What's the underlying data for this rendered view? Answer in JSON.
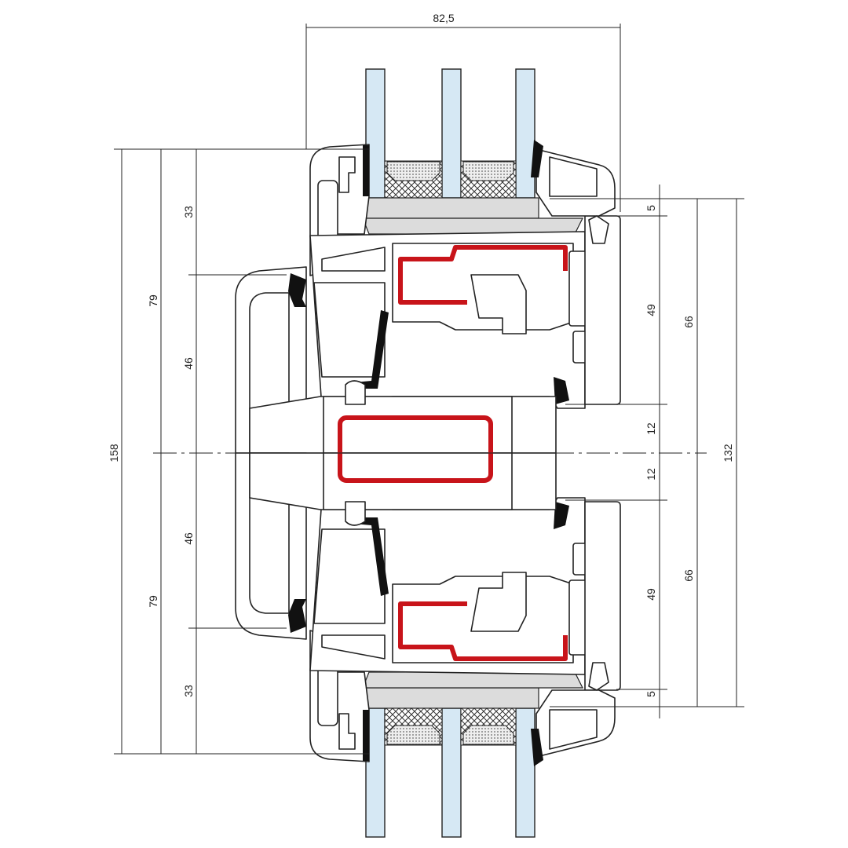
{
  "dimensions": {
    "width_top": "82,5",
    "left_total": "158",
    "left_upper": "79",
    "left_lower": "79",
    "left_upper_outer": "33",
    "left_upper_inner": "46",
    "left_lower_inner": "46",
    "left_lower_outer": "33",
    "right_top_gap": "5",
    "right_upper_sash": "49",
    "right_upper_center": "12",
    "right_lower_center": "12",
    "right_lower_sash": "49",
    "right_bottom_gap": "5",
    "right_upper_half": "66",
    "right_lower_half": "66",
    "right_total": "132"
  },
  "colors": {
    "reinforcement": "#c8141a",
    "glass": "#d6e8f4",
    "gasket": "#111111"
  }
}
